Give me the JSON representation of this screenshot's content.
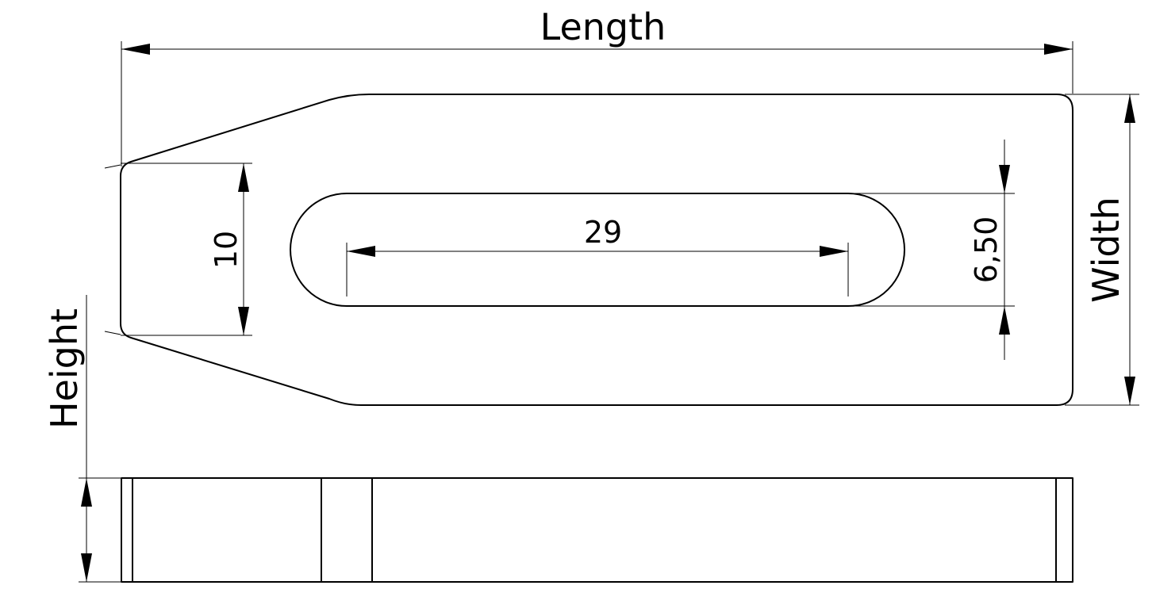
{
  "labels": {
    "length": "Length",
    "width": "Width",
    "height": "Height",
    "dim_end_width": "10",
    "dim_slot_length": "29",
    "dim_slot_width": "6,50"
  },
  "colors": {
    "line": "#000000",
    "background": "#ffffff"
  }
}
